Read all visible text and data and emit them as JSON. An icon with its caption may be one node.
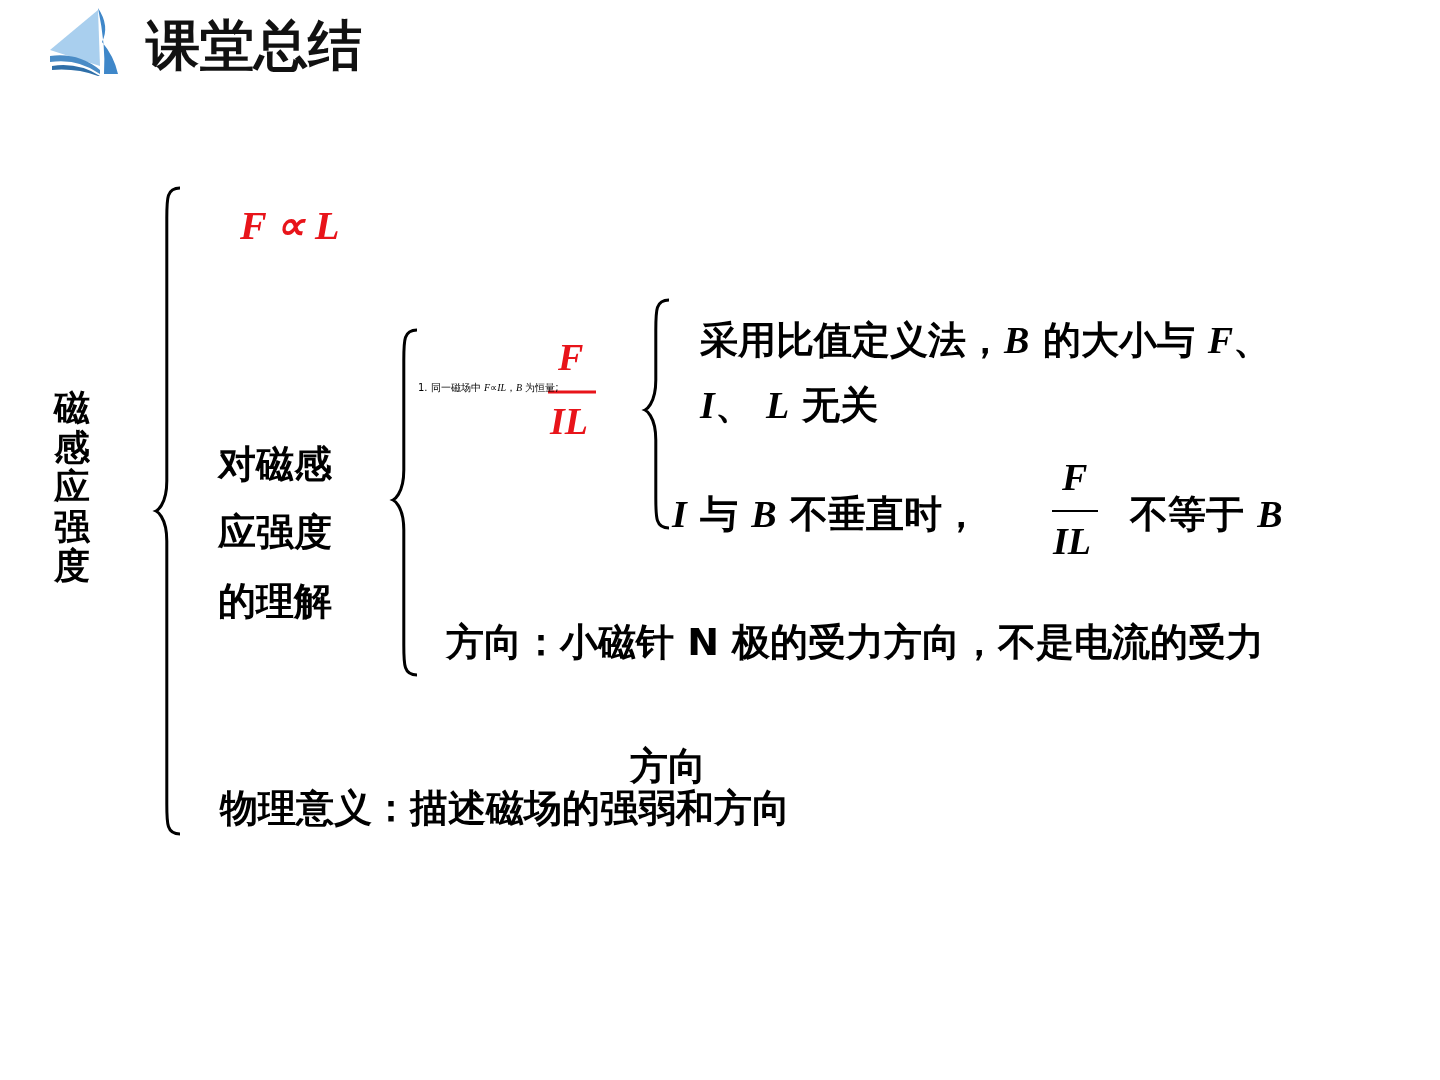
{
  "diagram": {
    "title": "课堂总结",
    "labels": [
      "磁感应强度",
      "F ∝ L",
      "对磁感应强度的理解",
      "采用比值定义法，*B* 的大小与 *F*、 *I*、 *L* 无关",
      "1. 同一磁场中 *F*∝*IL*，*B* 为恒量;",
      "F",
      "IL",
      "*I* 与 *B* 不垂直时，",
      "F",
      "IL",
      "不等于 *B*",
      "方向：小磁针 N 极的受力方向，不是电流的受力",
      "方向",
      "物理意义：描述磁场的强弱和方向"
    ]
  }
}
